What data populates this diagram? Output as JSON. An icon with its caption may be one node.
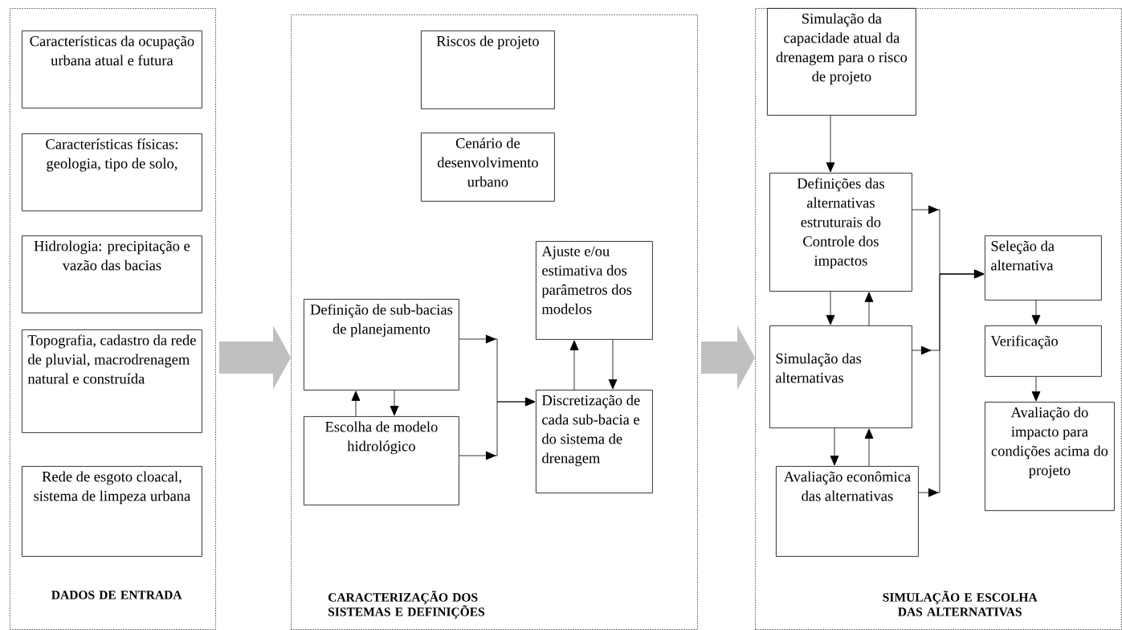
{
  "diagram": {
    "nodes": [
      {
        "text": [
          "DADOS DE ENTRADA"
        ]
      },
      {
        "text": [
          "Características da ocupação urbana atual e futura"
        ],
        "in": 0
      },
      {
        "text": [
          "Características físicas: geologia, tipo de solo,"
        ],
        "in": 0
      },
      {
        "text": [
          "Hidrologia: precipitação e vazão das bacias"
        ],
        "in": 0
      },
      {
        "text": [
          "Topografia, cadastro da rede de pluvial, macrodrenagem natural e construída"
        ],
        "in": 0
      },
      {
        "text": [
          "Rede de esgoto cloacal, sistema de limpeza urbana"
        ],
        "in": 0
      },
      {
        "text": [
          "CARACTERIZAÇÃO DOS SISTEMAS E DEFINIÇÕES"
        ]
      },
      {
        "text": [
          "Riscos de projeto"
        ],
        "in": 6
      },
      {
        "text": [
          "Cenário de desenvolvimento urbano"
        ],
        "in": 6
      },
      {
        "text": [
          "Ajuste e/ou estimativa dos parâmetros dos modelos"
        ],
        "in": 6
      },
      {
        "text": [
          "Definição de sub-bacias de planejamento"
        ],
        "in": 6
      },
      {
        "text": [
          "Discretização de cada sub-bacia e do sistema de drenagem"
        ],
        "in": 6
      },
      {
        "text": [
          "Escolha de modelo hidrológico"
        ],
        "in": 6
      },
      {
        "text": [
          "SIMULAÇÃO E ESCOLHA DAS ALTERNATIVAS"
        ]
      },
      {
        "text": [
          "Simulação da capacidade atual da drenagem para o risco de projeto"
        ],
        "in": 13
      },
      {
        "text": [
          "Definições das alternativas estruturais  do Controle dos impactos"
        ],
        "in": 13
      },
      {
        "text": [
          "Seleção da alternativa"
        ],
        "in": 13
      },
      {
        "text": [
          "Simulação das alternativas"
        ],
        "in": 13
      },
      {
        "text": [
          "Verificação"
        ],
        "in": 13
      },
      {
        "text": [
          "Avaliação econômica das alternativas"
        ],
        "in": 13
      },
      {
        "text": [
          "Avaliação do impacto para condições acima do projeto"
        ],
        "in": 13
      }
    ],
    "edges": [
      {
        "from": 0,
        "to": 6,
        "arrow": "to",
        "style": "thick",
        "color": "#c0c0c0"
      },
      {
        "from": 6,
        "to": 13,
        "arrow": "to",
        "style": "thick",
        "color": "#c0c0c0"
      },
      {
        "from": 10,
        "to": 11,
        "arrow": "to"
      },
      {
        "from": 12,
        "to": 11,
        "arrow": "to"
      },
      {
        "from": 10,
        "to": 12,
        "arrow": "to"
      },
      {
        "from": 12,
        "to": 10,
        "arrow": "to"
      },
      {
        "from": 11,
        "to": 9,
        "arrow": "to"
      },
      {
        "from": 9,
        "to": 11,
        "arrow": "to"
      },
      {
        "from": 14,
        "to": 15,
        "arrow": "to"
      },
      {
        "from": 15,
        "to": 17,
        "arrow": "to"
      },
      {
        "from": 17,
        "to": 15,
        "arrow": "to"
      },
      {
        "from": 17,
        "to": 19,
        "arrow": "to"
      },
      {
        "from": 19,
        "to": 17,
        "arrow": "to"
      },
      {
        "from": 15,
        "to": 16,
        "arrow": "to"
      },
      {
        "from": 17,
        "to": 16,
        "arrow": "to"
      },
      {
        "from": 19,
        "to": 16,
        "arrow": "to"
      },
      {
        "from": 16,
        "to": 18,
        "arrow": "to"
      },
      {
        "from": 18,
        "to": 20,
        "arrow": "to"
      }
    ]
  }
}
